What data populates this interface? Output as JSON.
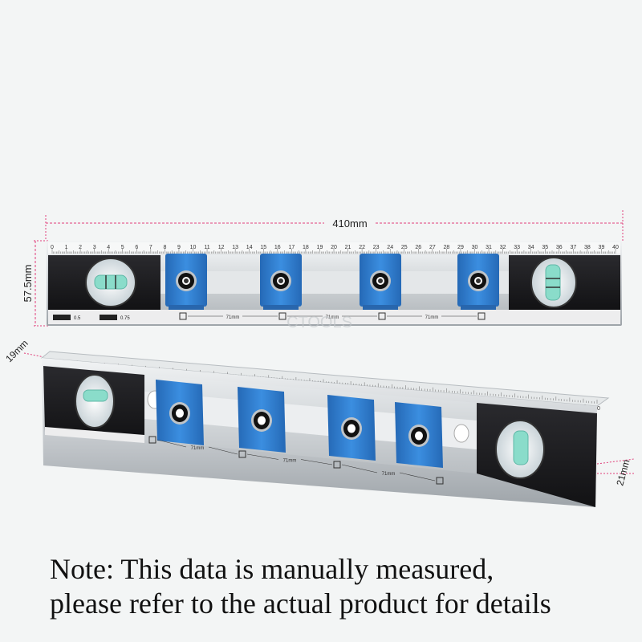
{
  "product": {
    "dimensions": {
      "length": "410mm",
      "height": "57.5mm",
      "depth_top": "19mm",
      "depth_bottom": "21mm",
      "spacing": "71mm"
    },
    "ruler": {
      "ticks": [
        "0",
        "1",
        "2",
        "3",
        "4",
        "5",
        "6",
        "7",
        "8",
        "9",
        "10",
        "11",
        "12",
        "13",
        "14",
        "15",
        "16",
        "17",
        "18",
        "19",
        "20",
        "21",
        "22",
        "23",
        "24",
        "25",
        "26",
        "27",
        "28",
        "29",
        "30",
        "31",
        "32",
        "33",
        "34",
        "35",
        "36",
        "37",
        "38",
        "39",
        "40"
      ]
    },
    "vials": {
      "left_badge": "0.5",
      "right_badge": "0.75"
    },
    "watermark": "CTOOLS",
    "colors": {
      "background": "#f3f5f5",
      "body_black": "#1b1b1d",
      "rail_silver": "#cfd3d6",
      "clamp_blue": "#2f7fd1",
      "vial_green": "#7fd7c9",
      "dimension_line": "#e0407a"
    }
  },
  "note": {
    "line1": "Note: This data is manually measured,",
    "line2": "please refer to the actual product for details"
  }
}
